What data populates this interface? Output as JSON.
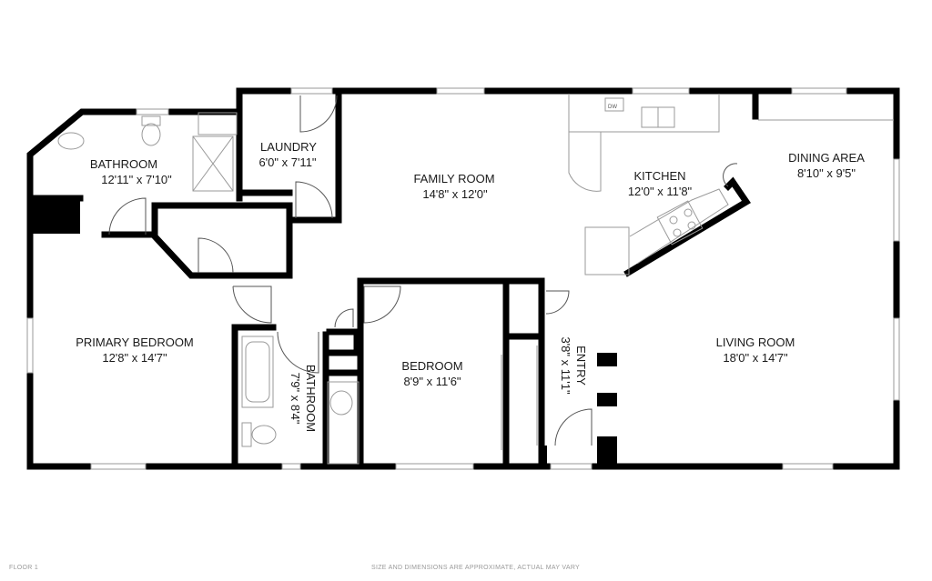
{
  "plan": {
    "rooms": [
      {
        "id": "bathroom-1",
        "name": "BATHROOM",
        "dims": "12'11\" x 7'10\""
      },
      {
        "id": "laundry",
        "name": "LAUNDRY",
        "dims": "6'0\" x 7'11\""
      },
      {
        "id": "family-room",
        "name": "FAMILY ROOM",
        "dims": "14'8\" x 12'0\""
      },
      {
        "id": "kitchen",
        "name": "KITCHEN",
        "dims": "12'0\" x 11'8\""
      },
      {
        "id": "dining-area",
        "name": "DINING AREA",
        "dims": "8'10\" x 9'5\""
      },
      {
        "id": "primary-bedroom",
        "name": "PRIMARY BEDROOM",
        "dims": "12'8\" x 14'7\""
      },
      {
        "id": "bathroom-2",
        "name": "BATHROOM",
        "dims": "7'9\" x 8'4\""
      },
      {
        "id": "bedroom",
        "name": "BEDROOM",
        "dims": "8'9\" x 11'6\""
      },
      {
        "id": "entry",
        "name": "ENTRY",
        "dims": "3'8\" x 11'1\""
      },
      {
        "id": "living-room",
        "name": "LIVING ROOM",
        "dims": "18'0\" x 14'7\""
      }
    ],
    "appliance_labels": {
      "dishwasher": "DW"
    },
    "colors": {
      "wall": "#000000",
      "fixture": "#9a9a9a",
      "background": "#ffffff"
    }
  },
  "footer": {
    "floor": "FLOOR 1",
    "disclaimer": "SIZE AND DIMENSIONS ARE APPROXIMATE, ACTUAL MAY VARY"
  }
}
